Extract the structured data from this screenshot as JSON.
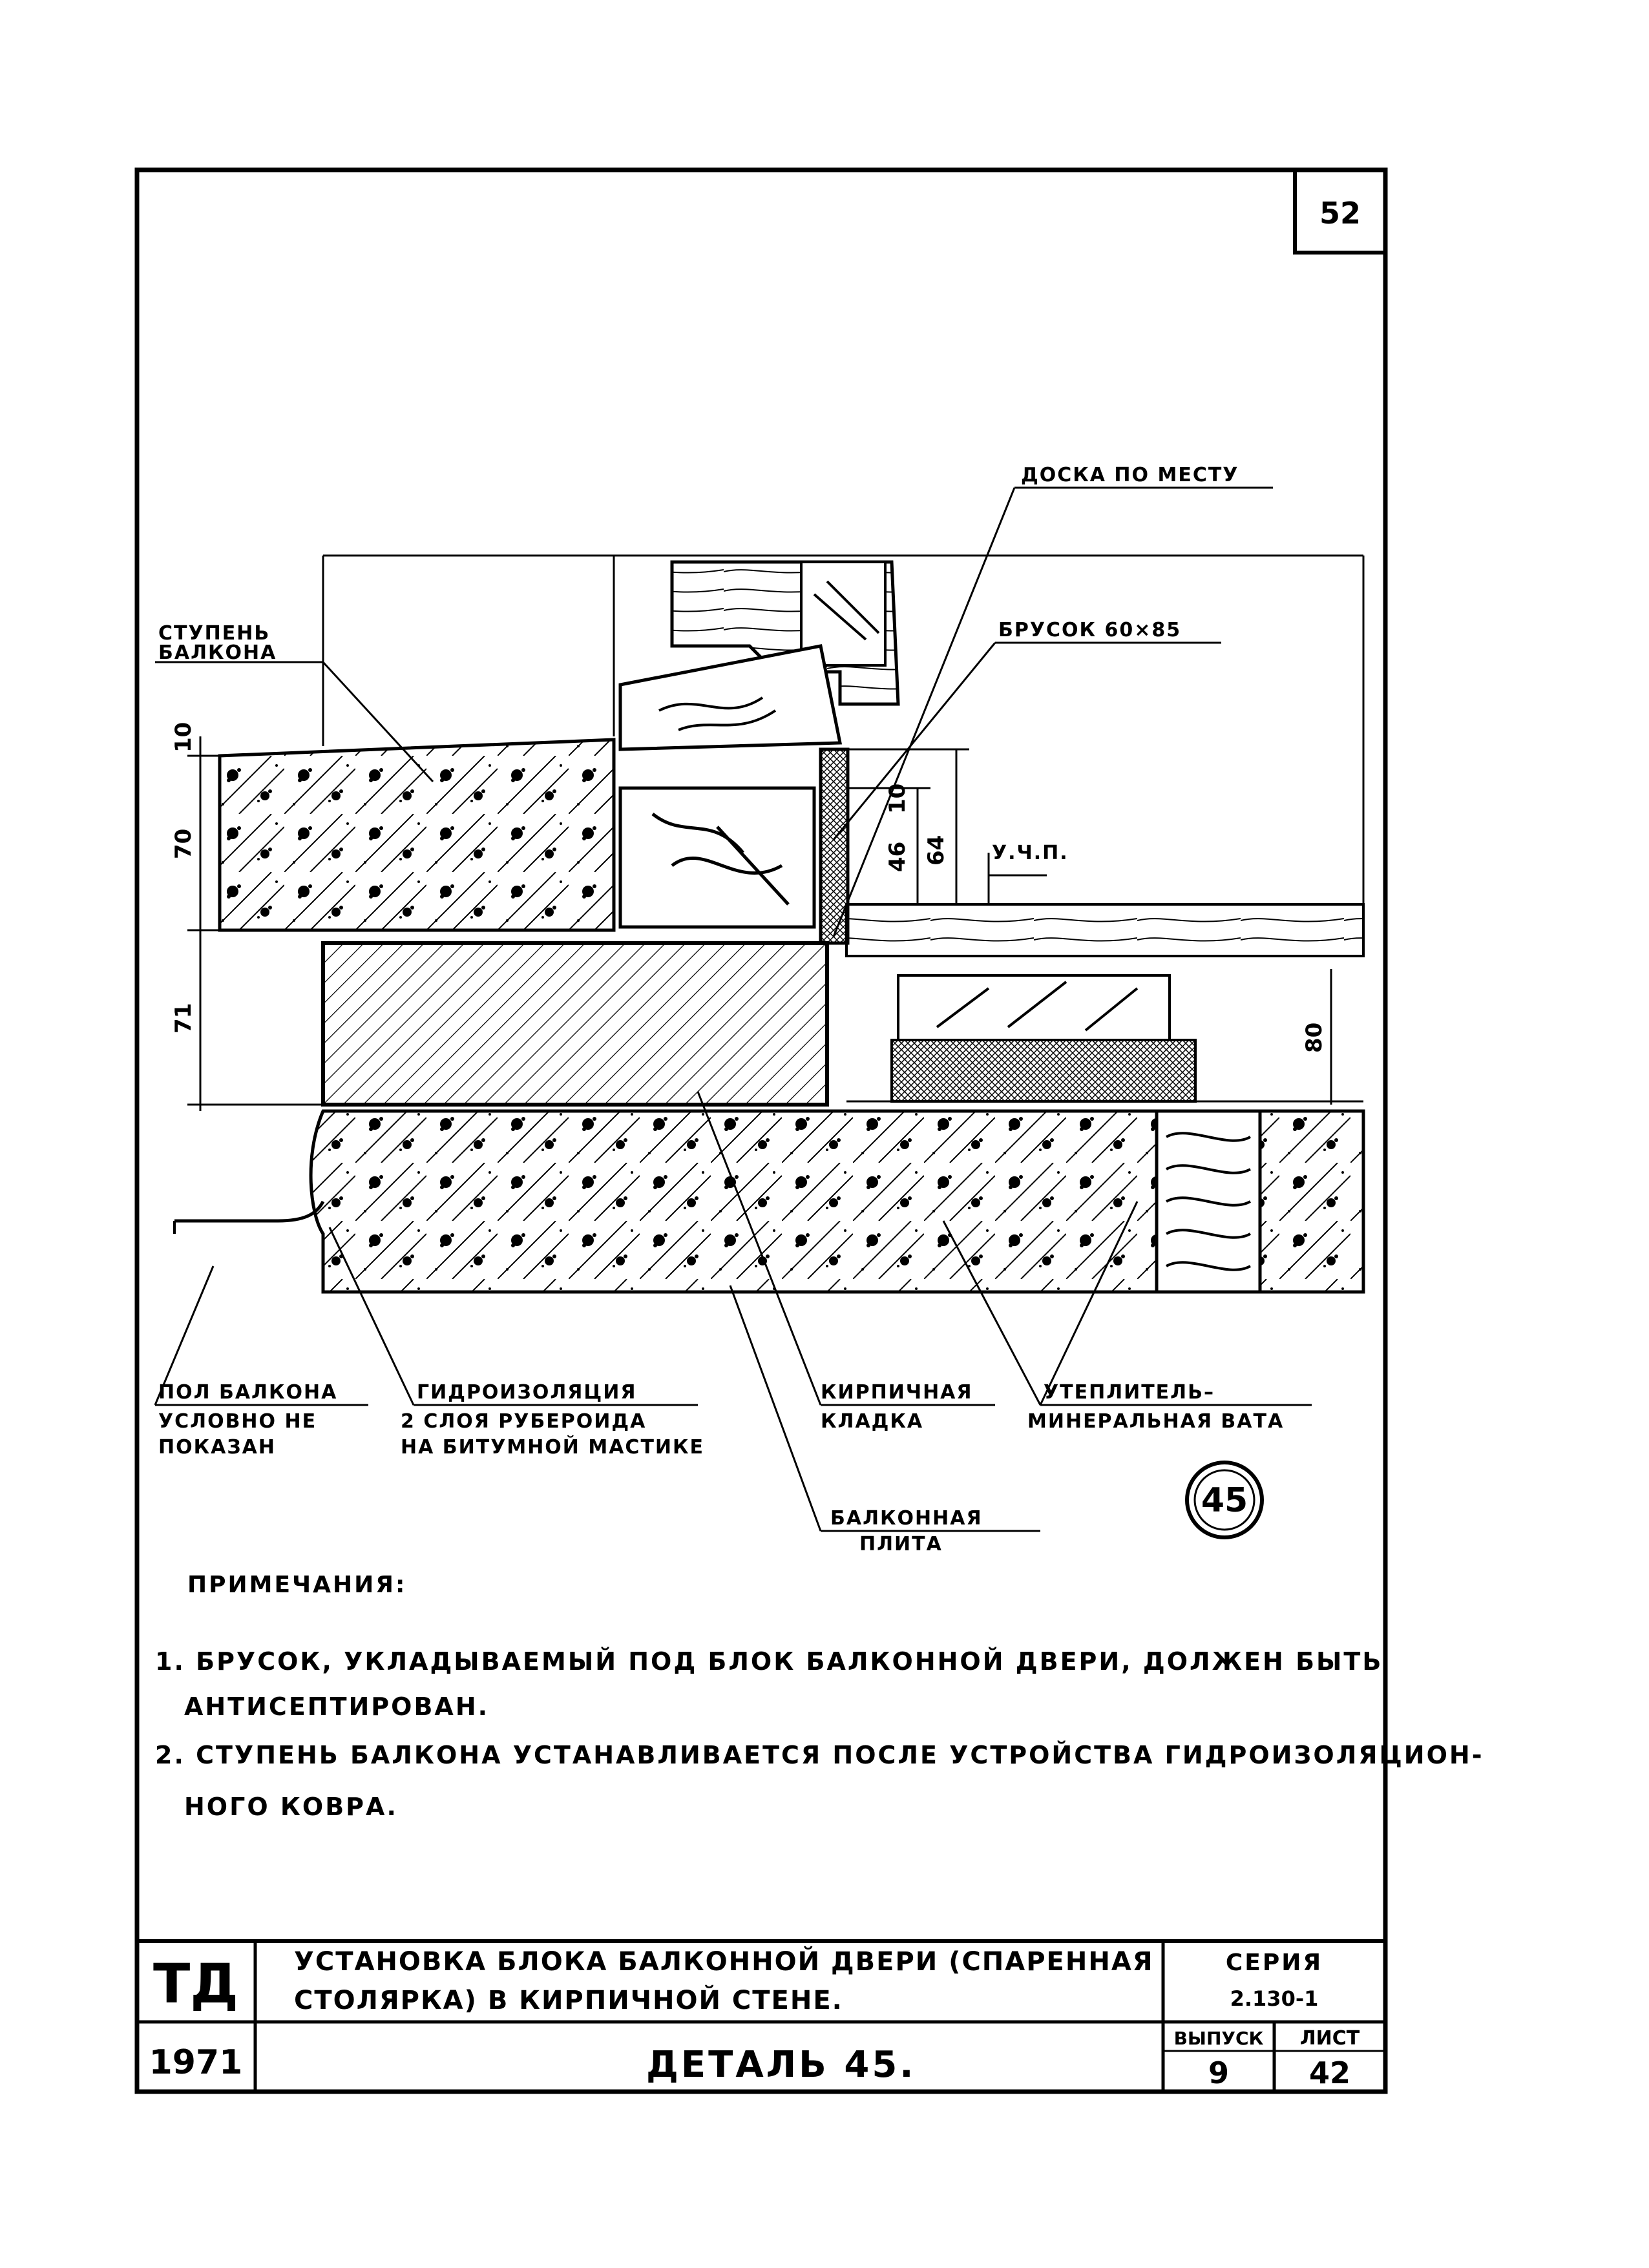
{
  "sheet_number": "52",
  "callouts": {
    "doska": "ДОСКА ПО МЕСТУ",
    "brusok": "БРУСОК 60×85",
    "stupen_1": "СТУПЕНЬ",
    "stupen_2": "БАЛКОНА",
    "ychp": "У.Ч.П.",
    "pol_1": "ПОЛ БАЛКОНА",
    "pol_2": "УСЛОВНО НЕ",
    "pol_3": "ПОКАЗАН",
    "gidro_1": "ГИДРОИЗОЛЯЦИЯ",
    "gidro_2": "2 СЛОЯ РУБЕРОИДА",
    "gidro_3": "НА БИТУМНОЙ МАСТИКЕ",
    "kirp_1": "КИРПИЧНАЯ",
    "kirp_2": "КЛАДКА",
    "utepl_1": "УТЕПЛИТЕЛЬ–",
    "utepl_2": "МИНЕРАЛЬНАЯ ВАТА",
    "plita_1": "БАЛКОННАЯ",
    "plita_2": "ПЛИТА"
  },
  "dimensions": {
    "d10a": "10",
    "d70": "70",
    "d71": "71",
    "d10b": "10",
    "d46": "46",
    "d64": "64",
    "d80": "80"
  },
  "detail_marker": "45",
  "notes": {
    "heading": "ПРИМЕЧАНИЯ:",
    "n1_line1": "1. БРУСОК, УКЛАДЫВАЕМЫЙ ПОД БЛОК БАЛКОННОЙ ДВЕРИ, ДОЛЖЕН БЫТЬ",
    "n1_line2": "АНТИСЕПТИРОВАН.",
    "n2_line1": "2. СТУПЕНЬ БАЛКОНА УСТАНАВЛИВАЕТСЯ ПОСЛЕ УСТРОЙСТВА ГИДРОИЗОЛЯЦИОН-",
    "n2_line2": "НОГО КОВРА."
  },
  "title_block": {
    "org": "ТД",
    "year": "1971",
    "title_line1": "УСТАНОВКА БЛОКА БАЛКОННОЙ ДВЕРИ (СПАРЕННАЯ",
    "title_line2": "СТОЛЯРКА) В КИРПИЧНОЙ СТЕНЕ.",
    "detail": "ДЕТАЛЬ 45.",
    "series_label": "СЕРИЯ",
    "series_value": "2.130-1",
    "issue_label": "ВЫПУСК",
    "issue_value": "9",
    "sheet_label": "ЛИСТ",
    "sheet_value": "42"
  }
}
